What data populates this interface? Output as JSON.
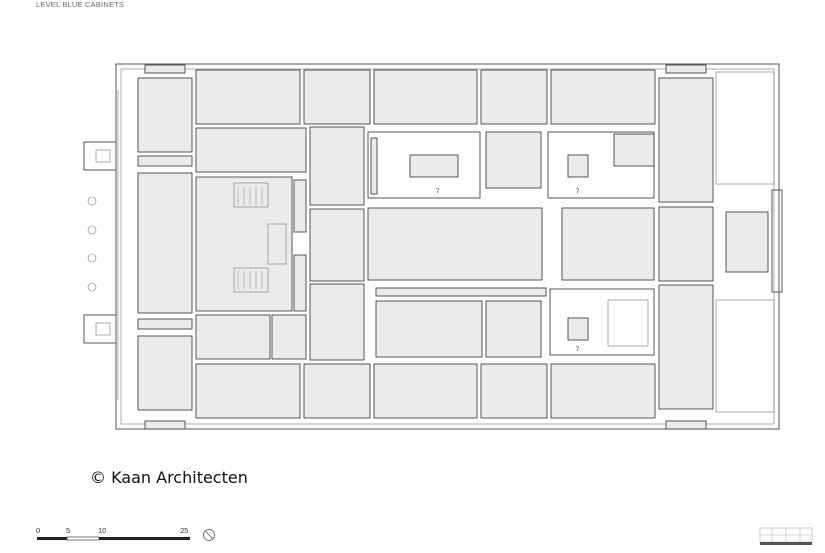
{
  "plan": {
    "title": "LEVEL BLUE CABINETS",
    "credit": "© Kaan Architecten",
    "room_labels": [
      "7",
      "7",
      "7"
    ]
  },
  "scale_bar": {
    "ticks": [
      "0",
      "5",
      "10",
      "25"
    ]
  },
  "colors": {
    "room_fill": "#ebebeb",
    "line": "#444444",
    "text": "#111111"
  },
  "icons": [
    "north-arrow-icon",
    "key-plan-icon"
  ]
}
